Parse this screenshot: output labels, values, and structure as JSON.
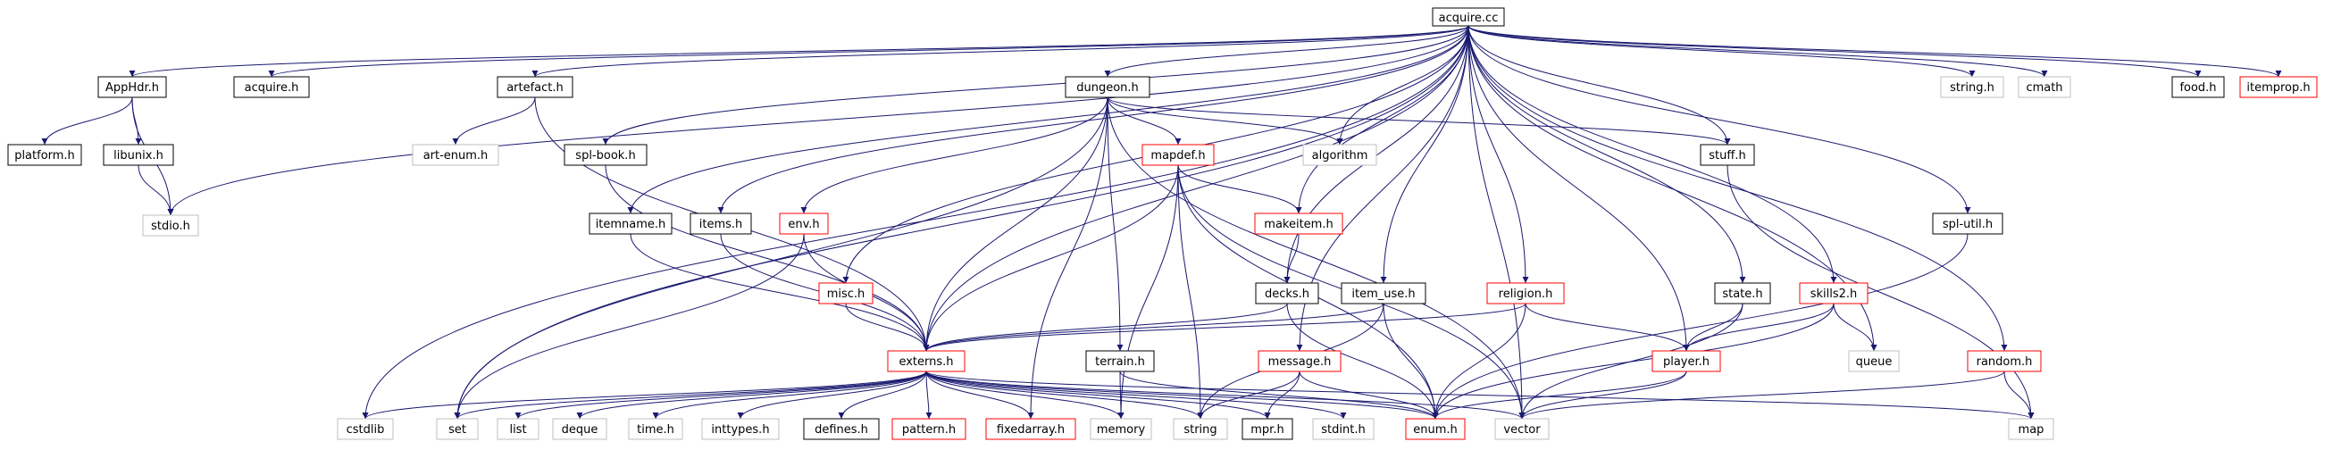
{
  "colors": {
    "edge": "#191970",
    "border_documented": "#000000",
    "border_undocumented": "#bfbfbf",
    "border_truncated": "#ff0000",
    "root_fill": "#bfbfbf",
    "text": "#000000",
    "background": "#ffffff"
  },
  "nodes": {
    "acquire_cc": {
      "label": "acquire.cc",
      "style": "root"
    },
    "appHdr_h": {
      "label": "AppHdr.h",
      "style": "documented"
    },
    "acquire_h": {
      "label": "acquire.h",
      "style": "documented"
    },
    "artefact_h": {
      "label": "artefact.h",
      "style": "documented"
    },
    "dungeon_h": {
      "label": "dungeon.h",
      "style": "documented"
    },
    "string_h": {
      "label": "string.h",
      "style": "undocumented"
    },
    "cmath": {
      "label": "cmath",
      "style": "undocumented"
    },
    "food_h": {
      "label": "food.h",
      "style": "documented"
    },
    "itemprop_h": {
      "label": "itemprop.h",
      "style": "truncated"
    },
    "platform_h": {
      "label": "platform.h",
      "style": "documented"
    },
    "libunix_h": {
      "label": "libunix.h",
      "style": "documented"
    },
    "stdio_h": {
      "label": "stdio.h",
      "style": "undocumented"
    },
    "art_enum_h": {
      "label": "art-enum.h",
      "style": "undocumented"
    },
    "spl_book_h": {
      "label": "spl-book.h",
      "style": "documented"
    },
    "mapdef_h": {
      "label": "mapdef.h",
      "style": "truncated"
    },
    "algorithm": {
      "label": "algorithm",
      "style": "undocumented"
    },
    "stuff_h": {
      "label": "stuff.h",
      "style": "documented"
    },
    "itemname_h": {
      "label": "itemname.h",
      "style": "documented"
    },
    "items_h": {
      "label": "items.h",
      "style": "documented"
    },
    "env_h": {
      "label": "env.h",
      "style": "truncated"
    },
    "makeitem_h": {
      "label": "makeitem.h",
      "style": "truncated"
    },
    "spl_util_h": {
      "label": "spl-util.h",
      "style": "documented"
    },
    "misc_h": {
      "label": "misc.h",
      "style": "truncated"
    },
    "decks_h": {
      "label": "decks.h",
      "style": "documented"
    },
    "item_use_h": {
      "label": "item_use.h",
      "style": "documented"
    },
    "religion_h": {
      "label": "religion.h",
      "style": "truncated"
    },
    "state_h": {
      "label": "state.h",
      "style": "documented"
    },
    "skills2_h": {
      "label": "skills2.h",
      "style": "truncated"
    },
    "externs_h": {
      "label": "externs.h",
      "style": "truncated"
    },
    "terrain_h": {
      "label": "terrain.h",
      "style": "documented"
    },
    "message_h": {
      "label": "message.h",
      "style": "truncated"
    },
    "player_h": {
      "label": "player.h",
      "style": "truncated"
    },
    "queue": {
      "label": "queue",
      "style": "undocumented"
    },
    "random_h": {
      "label": "random.h",
      "style": "truncated"
    },
    "cstdlib": {
      "label": "cstdlib",
      "style": "undocumented"
    },
    "set": {
      "label": "set",
      "style": "undocumented"
    },
    "list": {
      "label": "list",
      "style": "undocumented"
    },
    "deque": {
      "label": "deque",
      "style": "undocumented"
    },
    "time_h": {
      "label": "time.h",
      "style": "undocumented"
    },
    "inttypes_h": {
      "label": "inttypes.h",
      "style": "undocumented"
    },
    "defines_h": {
      "label": "defines.h",
      "style": "documented"
    },
    "pattern_h": {
      "label": "pattern.h",
      "style": "truncated"
    },
    "fixedarray_h": {
      "label": "fixedarray.h",
      "style": "truncated"
    },
    "memory": {
      "label": "memory",
      "style": "undocumented"
    },
    "string": {
      "label": "string",
      "style": "undocumented"
    },
    "mpr_h": {
      "label": "mpr.h",
      "style": "documented"
    },
    "stdint_h": {
      "label": "stdint.h",
      "style": "undocumented"
    },
    "enum_h": {
      "label": "enum.h",
      "style": "truncated"
    },
    "vector": {
      "label": "vector",
      "style": "undocumented"
    },
    "map": {
      "label": "map",
      "style": "undocumented"
    }
  },
  "edges": [
    [
      "acquire_cc",
      "appHdr_h"
    ],
    [
      "acquire_cc",
      "acquire_h"
    ],
    [
      "acquire_cc",
      "artefact_h"
    ],
    [
      "acquire_cc",
      "dungeon_h"
    ],
    [
      "acquire_cc",
      "string_h"
    ],
    [
      "acquire_cc",
      "cmath"
    ],
    [
      "acquire_cc",
      "food_h"
    ],
    [
      "acquire_cc",
      "itemprop_h"
    ],
    [
      "acquire_cc",
      "stdio_h"
    ],
    [
      "acquire_cc",
      "cstdlib"
    ],
    [
      "acquire_cc",
      "set"
    ],
    [
      "acquire_cc",
      "spl_book_h"
    ],
    [
      "acquire_cc",
      "itemname_h"
    ],
    [
      "acquire_cc",
      "items_h"
    ],
    [
      "acquire_cc",
      "misc_h"
    ],
    [
      "acquire_cc",
      "externs_h"
    ],
    [
      "acquire_cc",
      "algorithm"
    ],
    [
      "acquire_cc",
      "makeitem_h"
    ],
    [
      "acquire_cc",
      "decks_h"
    ],
    [
      "acquire_cc",
      "item_use_h"
    ],
    [
      "acquire_cc",
      "religion_h"
    ],
    [
      "acquire_cc",
      "message_h"
    ],
    [
      "acquire_cc",
      "player_h"
    ],
    [
      "acquire_cc",
      "state_h"
    ],
    [
      "acquire_cc",
      "skills2_h"
    ],
    [
      "acquire_cc",
      "stuff_h"
    ],
    [
      "acquire_cc",
      "queue"
    ],
    [
      "acquire_cc",
      "spl_util_h"
    ],
    [
      "acquire_cc",
      "random_h"
    ],
    [
      "acquire_cc",
      "vector"
    ],
    [
      "appHdr_h",
      "platform_h"
    ],
    [
      "appHdr_h",
      "libunix_h"
    ],
    [
      "appHdr_h",
      "stdio_h"
    ],
    [
      "libunix_h",
      "stdio_h"
    ],
    [
      "artefact_h",
      "art_enum_h"
    ],
    [
      "artefact_h",
      "externs_h"
    ],
    [
      "dungeon_h",
      "env_h"
    ],
    [
      "dungeon_h",
      "mapdef_h"
    ],
    [
      "dungeon_h",
      "algorithm"
    ],
    [
      "dungeon_h",
      "stuff_h"
    ],
    [
      "dungeon_h",
      "set"
    ],
    [
      "dungeon_h",
      "externs_h"
    ],
    [
      "dungeon_h",
      "terrain_h"
    ],
    [
      "dungeon_h",
      "fixedarray_h"
    ],
    [
      "dungeon_h",
      "vector"
    ],
    [
      "spl_book_h",
      "externs_h"
    ],
    [
      "itemname_h",
      "externs_h"
    ],
    [
      "items_h",
      "externs_h"
    ],
    [
      "env_h",
      "externs_h"
    ],
    [
      "env_h",
      "set"
    ],
    [
      "misc_h",
      "externs_h"
    ],
    [
      "mapdef_h",
      "makeitem_h"
    ],
    [
      "mapdef_h",
      "externs_h"
    ],
    [
      "mapdef_h",
      "string"
    ],
    [
      "mapdef_h",
      "memory"
    ],
    [
      "mapdef_h",
      "enum_h"
    ],
    [
      "mapdef_h",
      "vector"
    ],
    [
      "makeitem_h",
      "decks_h"
    ],
    [
      "decks_h",
      "externs_h"
    ],
    [
      "decks_h",
      "enum_h"
    ],
    [
      "item_use_h",
      "externs_h"
    ],
    [
      "item_use_h",
      "string"
    ],
    [
      "item_use_h",
      "enum_h"
    ],
    [
      "religion_h",
      "externs_h"
    ],
    [
      "religion_h",
      "enum_h"
    ],
    [
      "religion_h",
      "player_h"
    ],
    [
      "state_h",
      "player_h"
    ],
    [
      "state_h",
      "vector"
    ],
    [
      "skills2_h",
      "player_h"
    ],
    [
      "skills2_h",
      "queue"
    ],
    [
      "skills2_h",
      "enum_h"
    ],
    [
      "stuff_h",
      "map"
    ],
    [
      "spl_util_h",
      "enum_h"
    ],
    [
      "random_h",
      "map"
    ],
    [
      "random_h",
      "vector"
    ],
    [
      "terrain_h",
      "memory"
    ],
    [
      "terrain_h",
      "enum_h"
    ],
    [
      "message_h",
      "string"
    ],
    [
      "message_h",
      "mpr_h"
    ],
    [
      "message_h",
      "enum_h"
    ],
    [
      "player_h",
      "vector"
    ],
    [
      "player_h",
      "enum_h"
    ],
    [
      "externs_h",
      "cstdlib"
    ],
    [
      "externs_h",
      "set"
    ],
    [
      "externs_h",
      "list"
    ],
    [
      "externs_h",
      "deque"
    ],
    [
      "externs_h",
      "time_h"
    ],
    [
      "externs_h",
      "inttypes_h"
    ],
    [
      "externs_h",
      "defines_h"
    ],
    [
      "externs_h",
      "pattern_h"
    ],
    [
      "externs_h",
      "fixedarray_h"
    ],
    [
      "externs_h",
      "memory"
    ],
    [
      "externs_h",
      "string"
    ],
    [
      "externs_h",
      "mpr_h"
    ],
    [
      "externs_h",
      "stdint_h"
    ],
    [
      "externs_h",
      "enum_h"
    ],
    [
      "externs_h",
      "vector"
    ],
    [
      "externs_h",
      "map"
    ]
  ]
}
